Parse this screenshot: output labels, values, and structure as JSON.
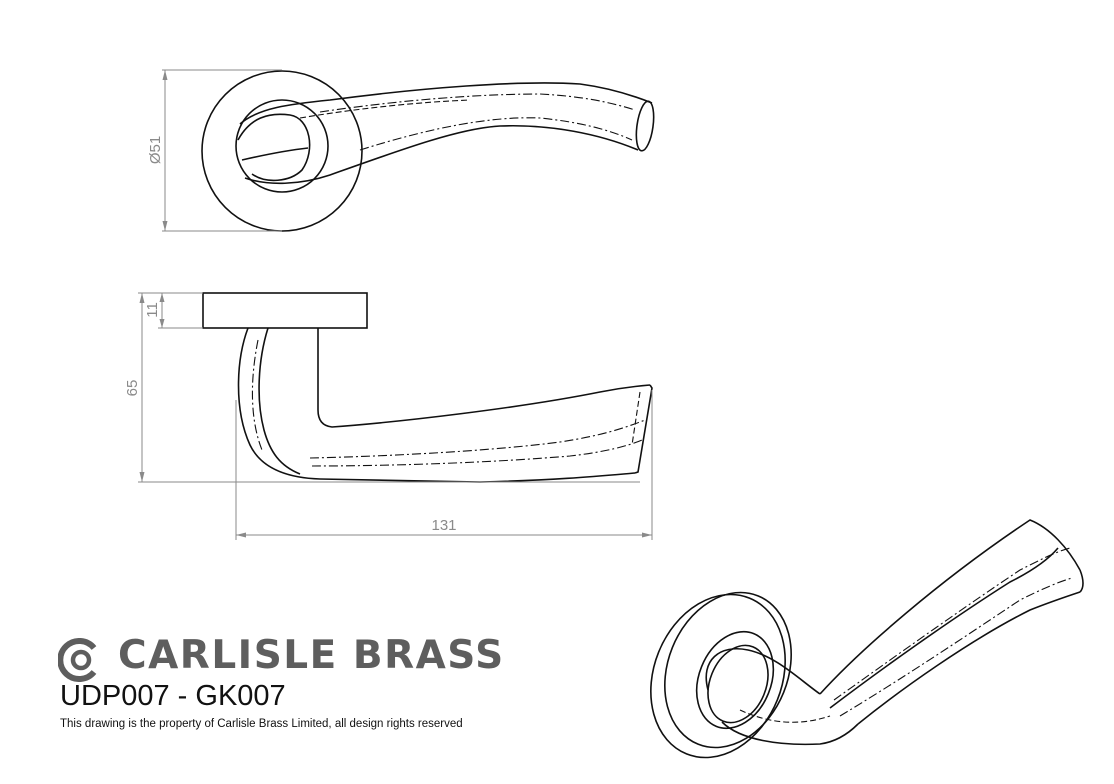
{
  "brand": {
    "name": "CARLISLE BRASS",
    "logo_icon": "carlisle-brass-c-logo-icon",
    "text_color": "#5e5e5e"
  },
  "product": {
    "code": "UDP007 - GK007",
    "rights_notice": "This drawing is the property of Carlisle Brass Limited, all design rights reserved"
  },
  "dimensions": {
    "rose_diameter": "Ø51",
    "rose_thickness": "11",
    "projection": "65",
    "lever_length": "131"
  },
  "colors": {
    "line": "#111111",
    "dimension": "#8a8a8a"
  }
}
